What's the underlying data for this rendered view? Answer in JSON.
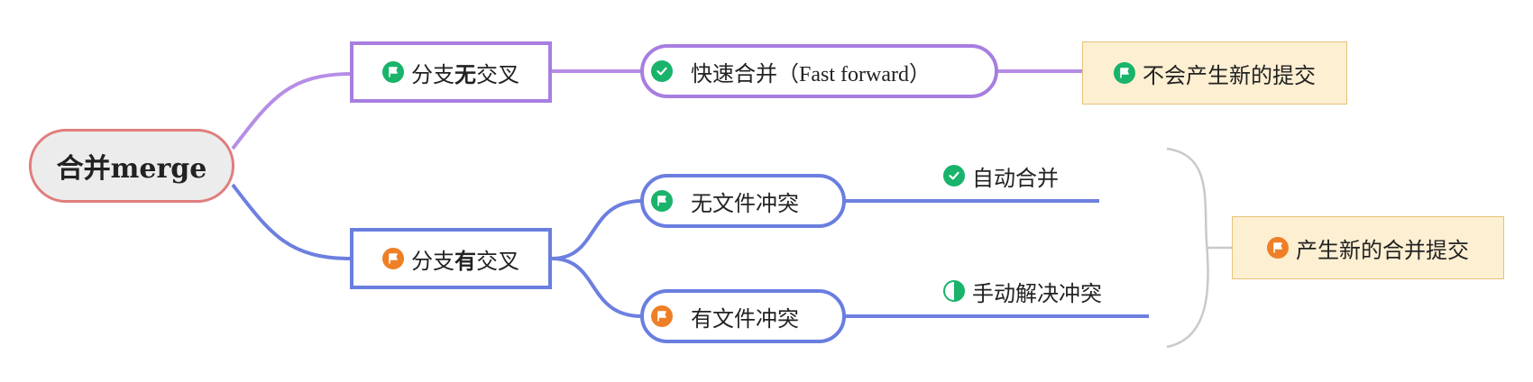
{
  "colors": {
    "purple": "#a77ee0",
    "blue": "#6a7ee0",
    "root_border": "#e07d7d",
    "brace": "#c9c9c9",
    "icon_green": "#19b36b",
    "icon_orange": "#ee7f26"
  },
  "root": {
    "label": "合并merge"
  },
  "branch_no_cross": {
    "label_pre": "分支",
    "label_bold": "无",
    "label_post": "交叉",
    "icon": "flag-icon-green",
    "child": {
      "label": "快速合并（Fast forward）",
      "icon": "check-icon-green"
    },
    "note": {
      "label": "不会产生新的提交",
      "icon": "flag-icon-green"
    }
  },
  "branch_cross": {
    "label_pre": "分支",
    "label_bold": "有",
    "label_post": "交叉",
    "icon": "flag-icon-orange",
    "children": [
      {
        "label": "无文件冲突",
        "icon": "flag-icon-green",
        "leaf": {
          "label": "自动合并",
          "icon": "check-icon-green"
        }
      },
      {
        "label": "有文件冲突",
        "icon": "flag-icon-orange",
        "leaf": {
          "label": "手动解决冲突",
          "icon": "half-circle-icon-green"
        }
      }
    ],
    "summary": {
      "label": "产生新的合并提交",
      "icon": "flag-icon-orange"
    }
  }
}
